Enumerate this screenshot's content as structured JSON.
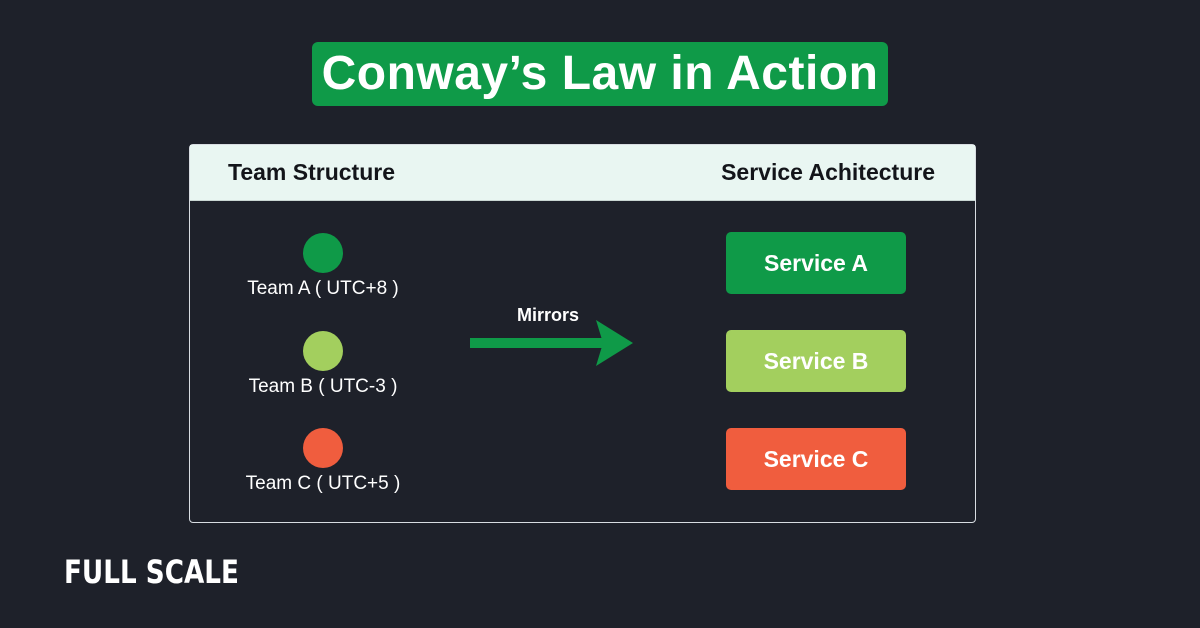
{
  "title": "Conway’s Law in Action",
  "headers": {
    "left": "Team Structure",
    "right": "Service Achitecture"
  },
  "teams": [
    {
      "label": "Team A ( UTC+8 )",
      "color": "#0f9a48"
    },
    {
      "label": "Team B ( UTC-3 )",
      "color": "#a3cf5e"
    },
    {
      "label": "Team C ( UTC+5 )",
      "color": "#f05d3e"
    }
  ],
  "connector": {
    "label": "Mirrors",
    "color": "#0f9a48",
    "icon": "arrow-right-icon"
  },
  "services": [
    {
      "label": "Service A",
      "color": "#0f9a48"
    },
    {
      "label": "Service B",
      "color": "#a3cf5e"
    },
    {
      "label": "Service C",
      "color": "#f05d3e"
    }
  ],
  "brand": "FULL SCALE"
}
